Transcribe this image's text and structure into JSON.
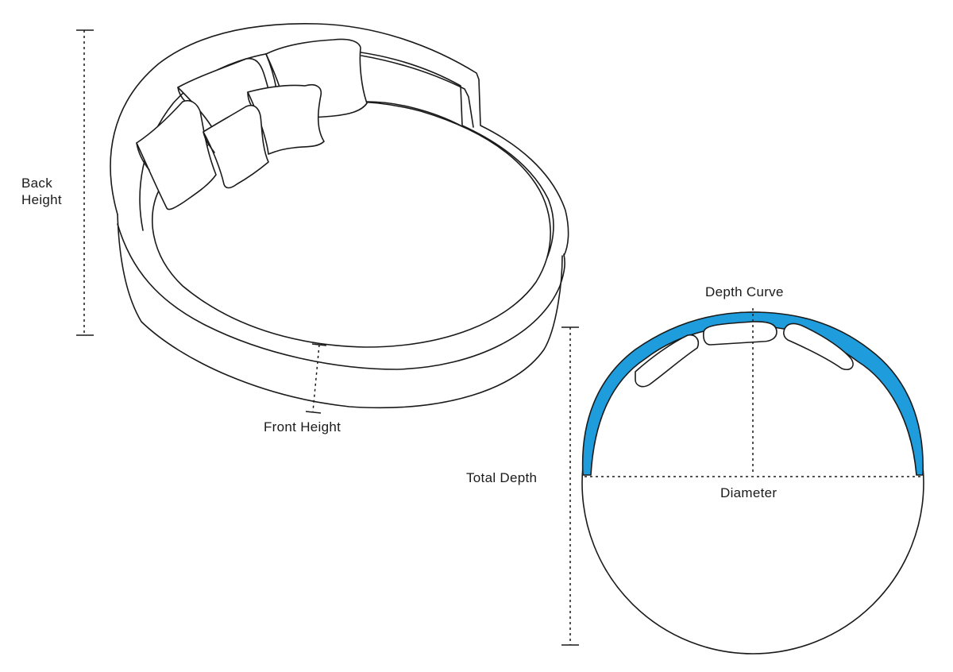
{
  "labels": {
    "back_height": [
      "Back",
      "Height"
    ],
    "front_height": "Front Height",
    "total_depth": "Total Depth",
    "depth_curve": "Depth Curve",
    "diameter": "Diameter"
  },
  "colors": {
    "line": "#1a1a1a",
    "depth_curve_fill": "#1e9cdb",
    "background": "#ffffff"
  }
}
